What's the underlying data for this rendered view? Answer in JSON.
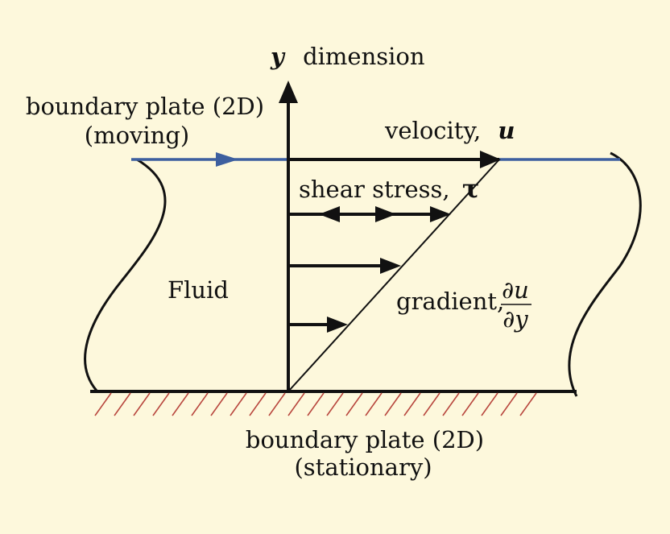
{
  "diagram": {
    "y_axis_label": {
      "symbol": "y",
      "text": "dimension"
    },
    "top_plate": {
      "line1": "boundary plate (2D)",
      "line2": "(moving)"
    },
    "bottom_plate": {
      "line1": "boundary plate (2D)",
      "line2": "(stationary)"
    },
    "velocity": {
      "text": "velocity,",
      "symbol": "u"
    },
    "shear_stress": {
      "text": "shear stress,",
      "symbol": "τ"
    },
    "gradient": {
      "text": "gradient,",
      "numerator": "∂u",
      "denominator": "∂y"
    },
    "fluid_label": "Fluid",
    "colors": {
      "background": "#fdf8dc",
      "lines": "#111111",
      "moving_plate": "#3d5f9f",
      "hatch": "#b8463d"
    }
  }
}
